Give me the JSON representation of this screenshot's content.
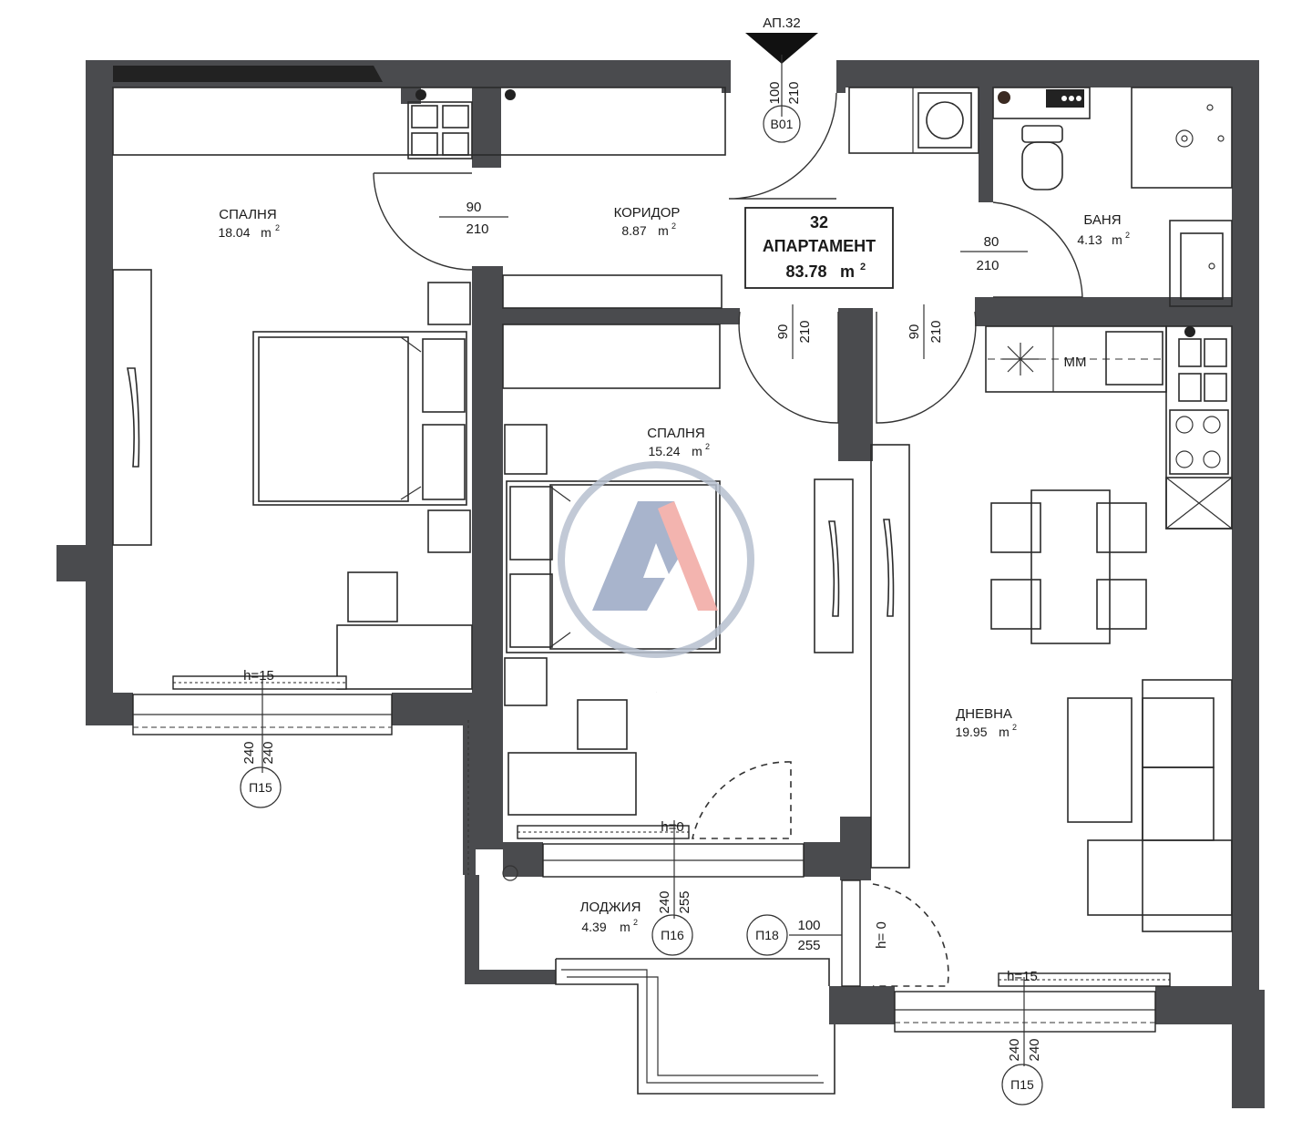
{
  "entrance": {
    "label": "АП.32",
    "door_width": "100",
    "door_height": "210",
    "door_tag": "В01"
  },
  "apartment": {
    "number": "32",
    "type": "АПАРТАМЕНТ",
    "area": "83.78",
    "unit": "m"
  },
  "rooms": {
    "bedroom1": {
      "name": "СПАЛНЯ",
      "area": "18.04",
      "unit": "m"
    },
    "corridor": {
      "name": "КОРИДОР",
      "area": "8.87",
      "unit": "m"
    },
    "bathroom": {
      "name": "БАНЯ",
      "area": "4.13",
      "unit": "m"
    },
    "bedroom2": {
      "name": "СПАЛНЯ",
      "area": "15.24",
      "unit": "m"
    },
    "living": {
      "name": "ДНЕВНА",
      "area": "19.95",
      "unit": "m"
    },
    "loggia": {
      "name": "ЛОДЖИЯ",
      "area": "4.39",
      "unit": "m"
    }
  },
  "doors": {
    "bedroom1": {
      "width": "90",
      "height": "210"
    },
    "bathroom": {
      "width": "80",
      "height": "210"
    },
    "bedroom2": {
      "width": "90",
      "height": "210"
    },
    "living": {
      "width": "90",
      "height": "210"
    }
  },
  "windows": {
    "p15_left": {
      "tag": "П15",
      "width": "240",
      "height": "240",
      "sill": "h=15"
    },
    "p16": {
      "tag": "П16",
      "width": "240",
      "height": "255",
      "sill": "h=0"
    },
    "p18": {
      "tag": "П18",
      "width": "100",
      "height": "255",
      "sill": "h= 0"
    },
    "p15_right": {
      "tag": "П15",
      "width": "240",
      "height": "240",
      "sill": "h=15"
    }
  },
  "kitchen": {
    "appliance_label": "ММ"
  },
  "watermark": {
    "letter": "A"
  },
  "colors": {
    "wall": "#4a4b4e",
    "watermark_blue": "#3b5b8f",
    "watermark_red": "#e0493f"
  }
}
